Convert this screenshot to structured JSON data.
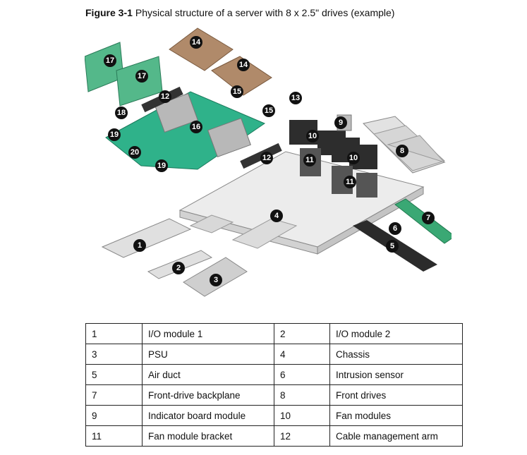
{
  "caption": {
    "label": "Figure 3-1",
    "text": "Physical structure of a server with 8 x 2.5\" drives (example)"
  },
  "callouts": [
    "1",
    "2",
    "3",
    "4",
    "5",
    "6",
    "7",
    "8",
    "9",
    "10",
    "10",
    "11",
    "11",
    "12",
    "12",
    "13",
    "14",
    "14",
    "15",
    "15",
    "16",
    "17",
    "17",
    "18",
    "19",
    "19",
    "20"
  ],
  "legend": [
    {
      "n1": "1",
      "c1": "I/O module 1",
      "n2": "2",
      "c2": "I/O module 2"
    },
    {
      "n1": "3",
      "c1": "PSU",
      "n2": "4",
      "c2": "Chassis"
    },
    {
      "n1": "5",
      "c1": "Air duct",
      "n2": "6",
      "c2": "Intrusion sensor"
    },
    {
      "n1": "7",
      "c1": "Front-drive backplane",
      "n2": "8",
      "c2": "Front drives"
    },
    {
      "n1": "9",
      "c1": "Indicator board module",
      "n2": "10",
      "c2": "Fan modules"
    },
    {
      "n1": "11",
      "c1": "Fan module bracket",
      "n2": "12",
      "c2": "Cable management arm"
    }
  ]
}
